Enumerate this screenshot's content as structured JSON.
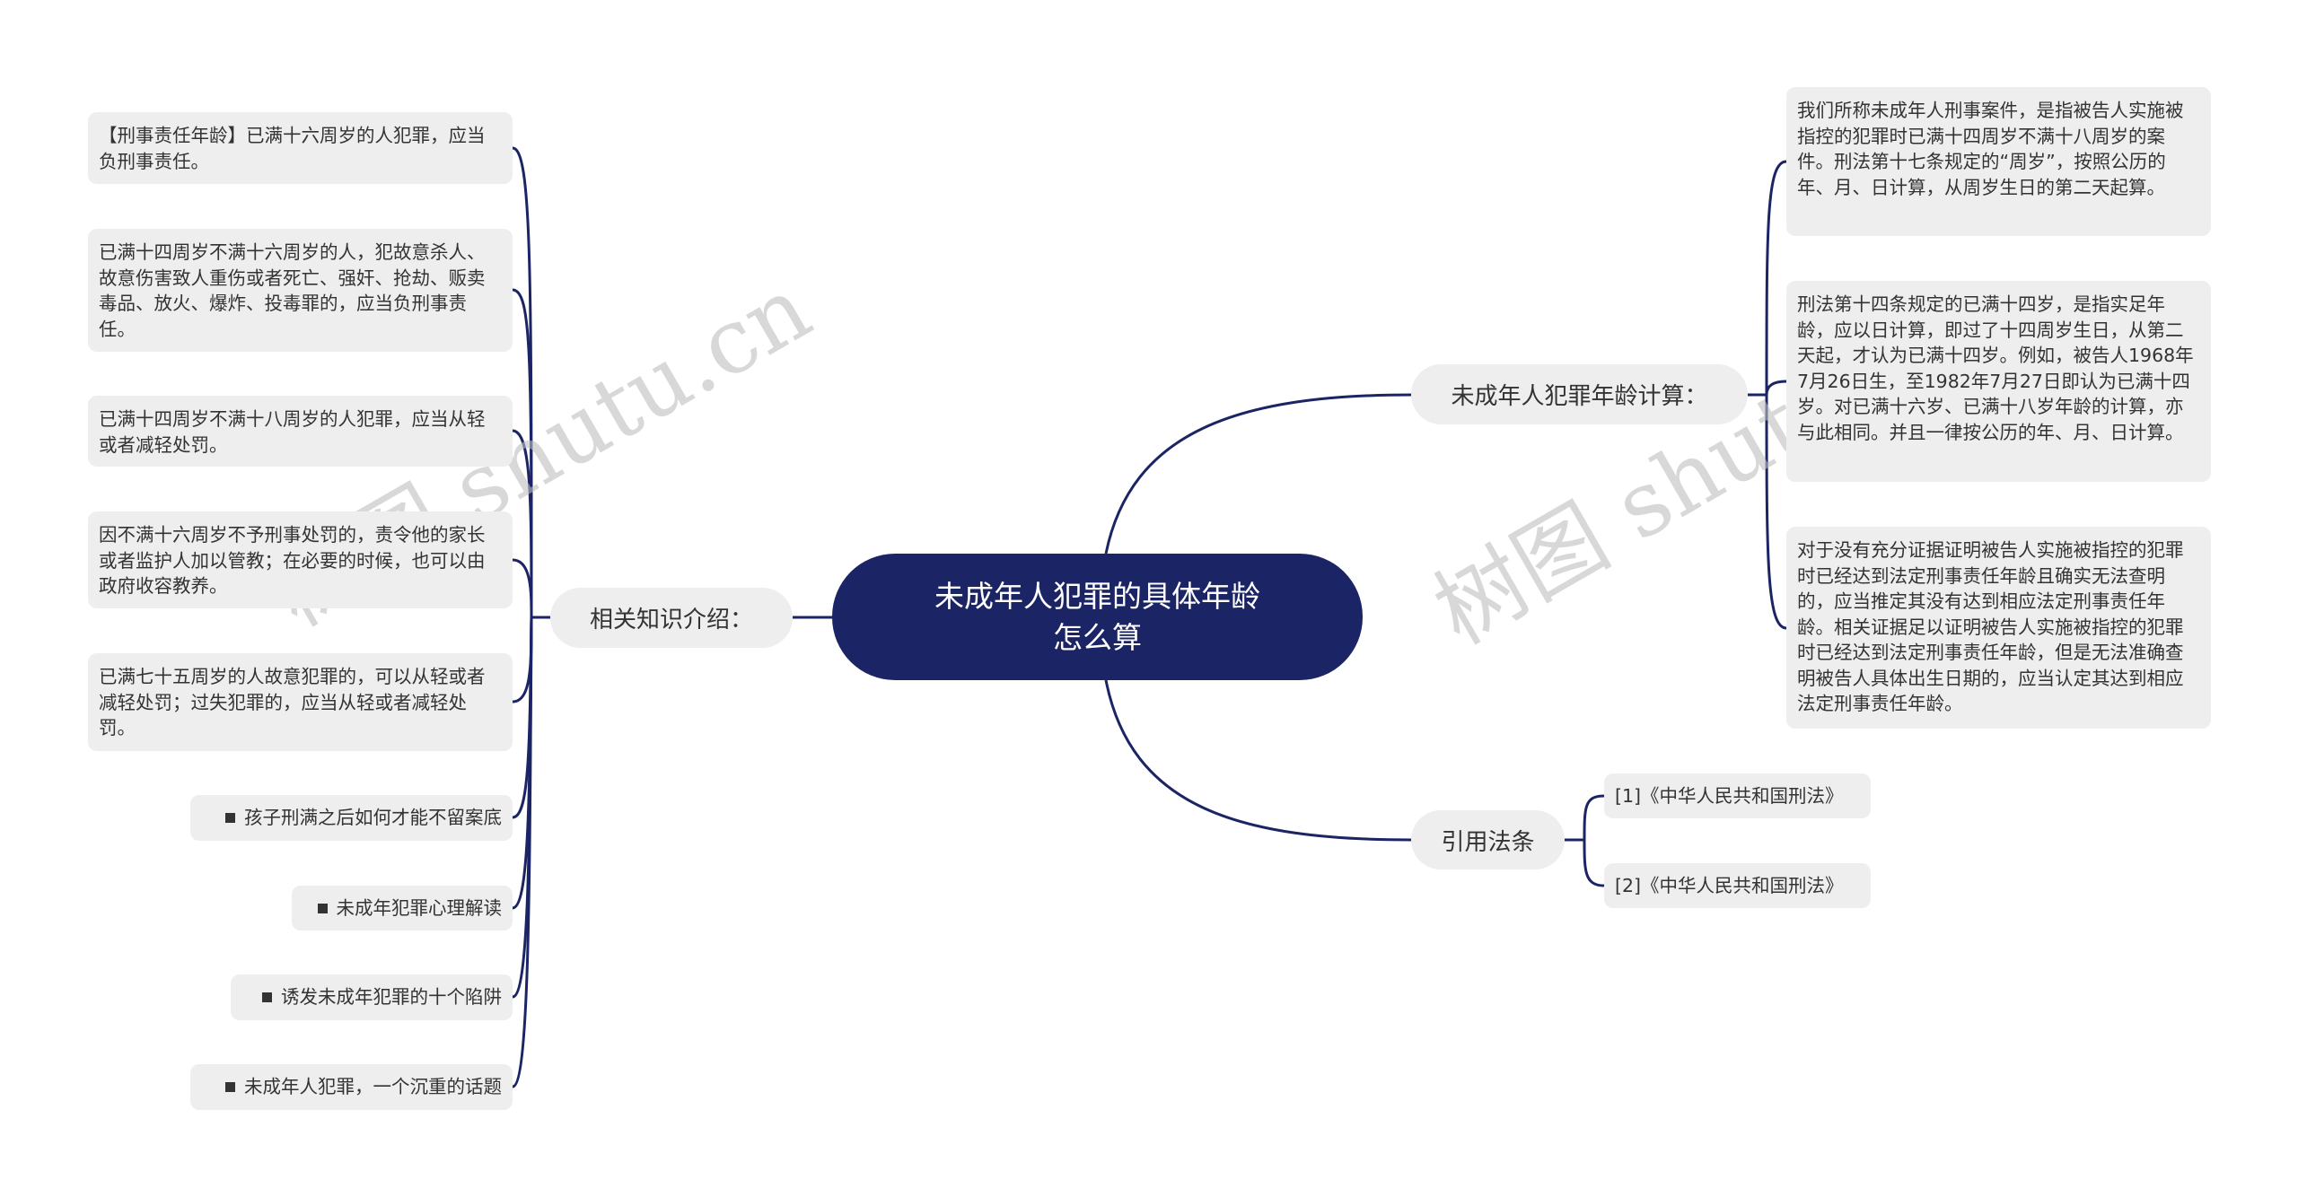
{
  "root": {
    "title_line1": "未成年人犯罪的具体年龄",
    "title_line2": "怎么算"
  },
  "left_topic": {
    "label": "相关知识介绍：",
    "items": [
      "【刑事责任年龄】已满十六周岁的人犯罪，应当负刑事责任。",
      "已满十四周岁不满十六周岁的人，犯故意杀人、故意伤害致人重伤或者死亡、强奸、抢劫、贩卖毒品、放火、爆炸、投毒罪的，应当负刑事责任。",
      "已满十四周岁不满十八周岁的人犯罪，应当从轻或者减轻处罚。",
      "因不满十六周岁不予刑事处罚的，责令他的家长或者监护人加以管教；在必要的时候，也可以由政府收容教养。",
      "已满七十五周岁的人故意犯罪的，可以从轻或者减轻处罚；过失犯罪的，应当从轻或者减轻处罚。"
    ],
    "links": [
      "孩子刑满之后如何才能不留案底",
      "未成年犯罪心理解读",
      "诱发未成年犯罪的十个陷阱",
      "未成年人犯罪，一个沉重的话题"
    ]
  },
  "right_topics": [
    {
      "label": "未成年人犯罪年龄计算：",
      "items": [
        "我们所称未成年人刑事案件，是指被告人实施被指控的犯罪时已满十四周岁不满十八周岁的案件。刑法第十七条规定的“周岁”，按照公历的年、月、日计算，从周岁生日的第二天起算。",
        "刑法第十四条规定的已满十四岁，是指实足年龄，应以日计算，即过了十四周岁生日，从第二天起，才认为已满十四岁。例如，被告人1968年7月26日生，至1982年7月27日即认为已满十四岁。对已满十六岁、已满十八岁年龄的计算，亦与此相同。并且一律按公历的年、月、日计算。",
        "对于没有充分证据证明被告人实施被指控的犯罪时已经达到法定刑事责任年龄且确实无法查明的，应当推定其没有达到相应法定刑事责任年龄。相关证据足以证明被告人实施被指控的犯罪时已经达到法定刑事责任年龄，但是无法准确查明被告人具体出生日期的，应当认定其达到相应法定刑事责任年龄。"
      ]
    },
    {
      "label": "引用法条",
      "items": [
        "[1]《中华人民共和国刑法》",
        "[2]《中华人民共和国刑法》"
      ]
    }
  ],
  "watermark": {
    "text": "树图 shutu.cn"
  },
  "colors": {
    "line": "#1b2464",
    "root_fill": "#1b2464",
    "node_fill": "#eeeeee",
    "text": "#333333",
    "watermark": "#bebebe"
  }
}
